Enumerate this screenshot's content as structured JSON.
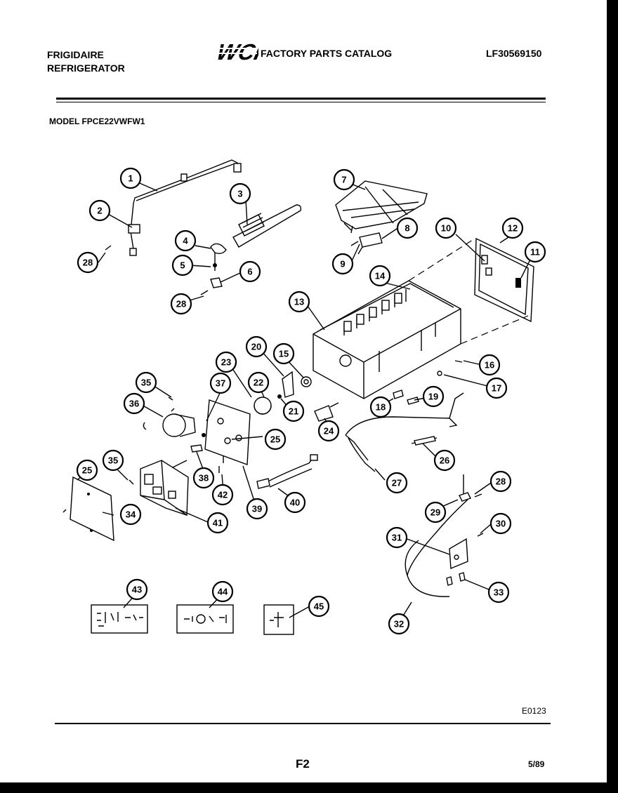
{
  "header": {
    "brand_line1": "FRIGIDAIRE",
    "brand_line2": "REFRIGERATOR",
    "logo_text": "WCI",
    "catalog_title": "FACTORY PARTS CATALOG",
    "catalog_number": "LF30569150"
  },
  "model": "MODEL FPCE22VWFW1",
  "callouts": [
    "1",
    "2",
    "28",
    "3",
    "4",
    "5",
    "6",
    "28",
    "7",
    "8",
    "9",
    "10",
    "12",
    "11",
    "14",
    "13",
    "16",
    "17",
    "20",
    "15",
    "23",
    "37",
    "22",
    "21",
    "35",
    "36",
    "25",
    "18",
    "19",
    "24",
    "26",
    "35",
    "25",
    "38",
    "42",
    "39",
    "40",
    "27",
    "34",
    "41",
    "28",
    "29",
    "30",
    "31",
    "33",
    "32",
    "43",
    "44",
    "45"
  ],
  "footer": {
    "drawing_code": "E0123",
    "page": "F2",
    "date": "5/89"
  }
}
